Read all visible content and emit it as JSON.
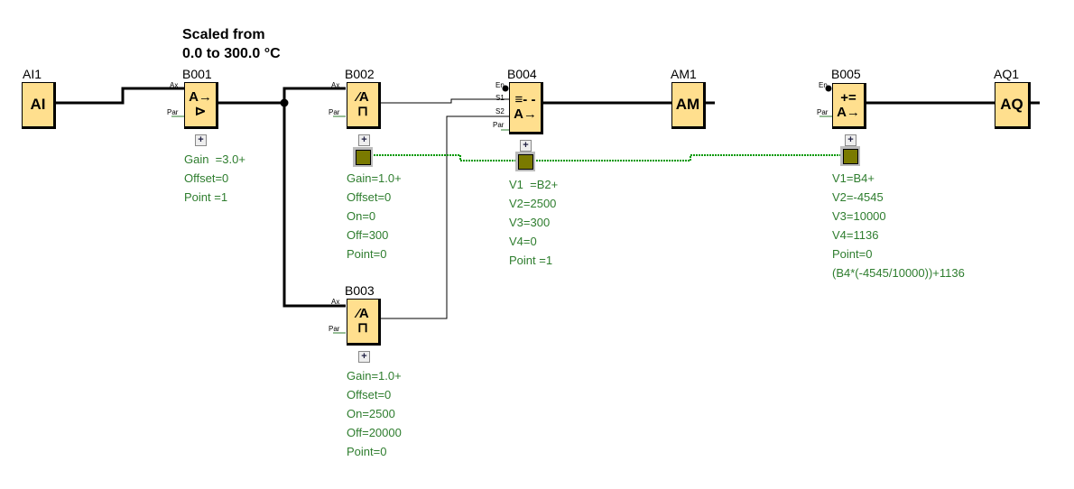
{
  "title": [
    "Scaled from",
    "0.0 to 300.0 °C"
  ],
  "blocks": {
    "AI1": {
      "name": "AI1",
      "label": "AI"
    },
    "B001": {
      "name": "B001",
      "pins": [
        "Ax",
        "Par"
      ],
      "params": [
        "Gain  =3.0+",
        "Offset=0",
        "Point =1"
      ]
    },
    "B002": {
      "name": "B002",
      "pins": [
        "Ax",
        "Par"
      ],
      "params": [
        "Gain=1.0+",
        "Offset=0",
        "On=0",
        "Off=300",
        "Point=0"
      ]
    },
    "B003": {
      "name": "B003",
      "pins": [
        "Ax",
        "Par"
      ],
      "params": [
        "Gain=1.0+",
        "Offset=0",
        "On=2500",
        "Off=20000",
        "Point=0"
      ]
    },
    "B004": {
      "name": "B004",
      "pins": [
        "En",
        "S1",
        "S2",
        "Par"
      ],
      "params": [
        "V1  =B2+",
        "V2=2500",
        "V3=300",
        "V4=0",
        "Point =1"
      ]
    },
    "AM1": {
      "name": "AM1",
      "label": "AM"
    },
    "B005": {
      "name": "B005",
      "pins": [
        "En",
        "Par"
      ],
      "params": [
        "V1=B4+",
        "V2=-4545",
        "V3=10000",
        "V4=1136",
        "Point=0",
        "(B4*(-4545/10000))+1136"
      ]
    },
    "AQ1": {
      "name": "AQ1",
      "label": "AQ"
    }
  },
  "colors": {
    "block": "#ffdf8e",
    "param_text": "#2e7d2e",
    "reference_link": "#009900"
  }
}
